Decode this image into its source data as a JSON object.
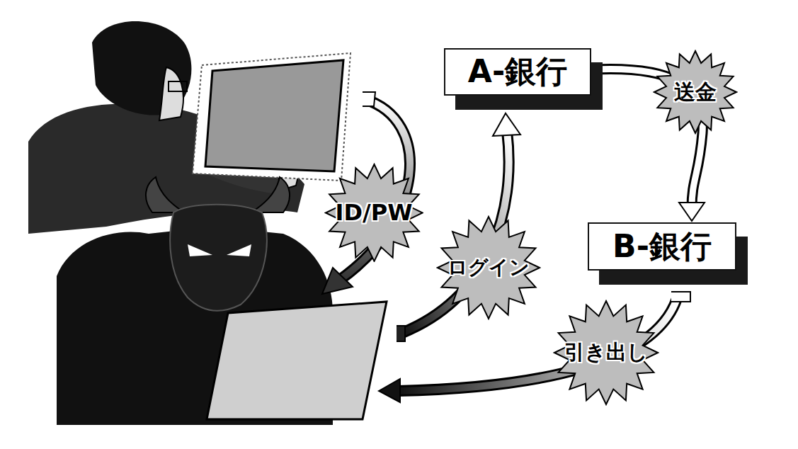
{
  "diagram": {
    "nodes": [
      {
        "text": [
          "A-銀行"
        ]
      },
      {
        "text": [
          "B-銀行"
        ]
      }
    ],
    "edges": [
      {
        "from": 0,
        "to": 1,
        "label": "送金",
        "arrow": "to"
      }
    ],
    "labels": [
      "ID/PW",
      "ログイン",
      "引き出し"
    ]
  }
}
